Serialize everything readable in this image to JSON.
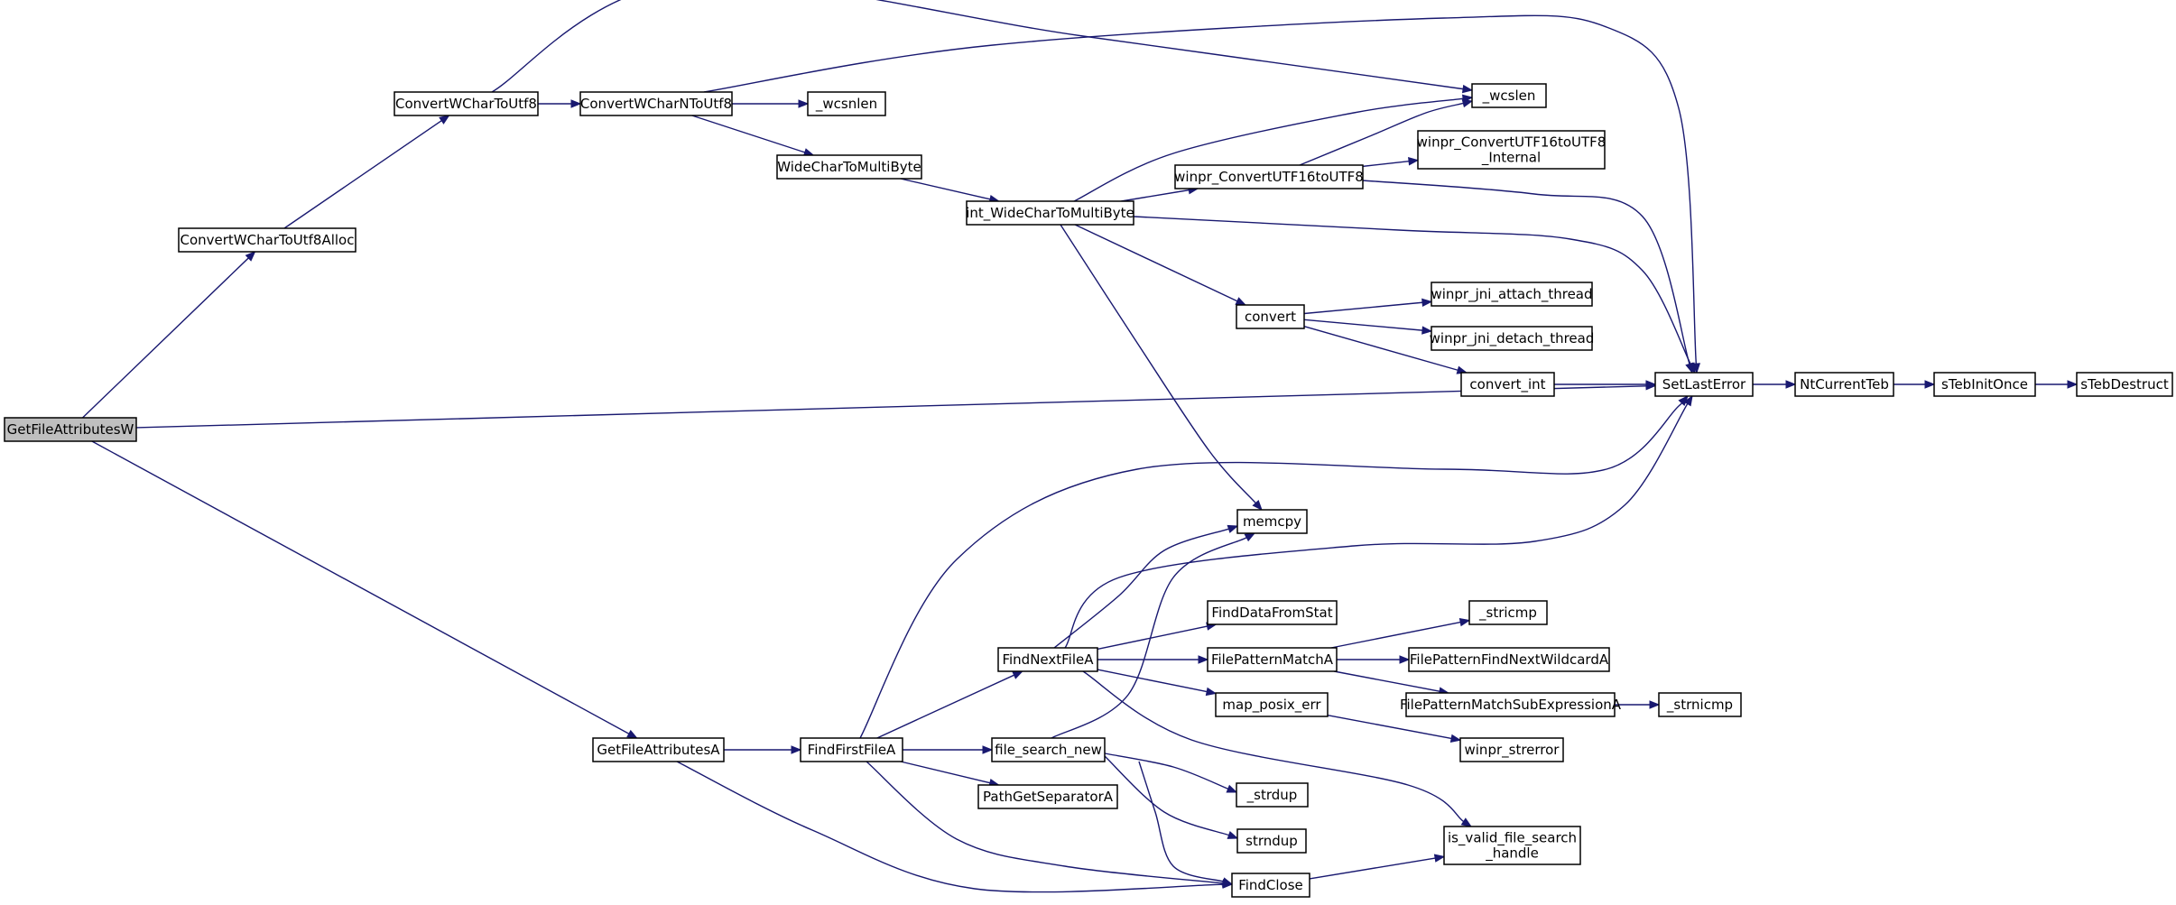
{
  "diagram": {
    "type": "call-graph",
    "colors": {
      "edge": "#191970",
      "node_border": "#000000",
      "root_fill": "#bfbfbf",
      "node_fill": "#ffffff"
    },
    "nodes": [
      {
        "id": "GetFileAttributesW",
        "label": [
          "GetFileAttributesW"
        ],
        "root": true
      },
      {
        "id": "ConvertWCharToUtf8Alloc",
        "label": [
          "ConvertWCharToUtf8Alloc"
        ]
      },
      {
        "id": "GetFileAttributesA",
        "label": [
          "GetFileAttributesA"
        ]
      },
      {
        "id": "ConvertWCharToUtf8",
        "label": [
          "ConvertWCharToUtf8"
        ]
      },
      {
        "id": "ConvertWCharNToUtf8",
        "label": [
          "ConvertWCharNToUtf8"
        ]
      },
      {
        "id": "_wcsnlen",
        "label": [
          "_wcsnlen"
        ]
      },
      {
        "id": "WideCharToMultiByte",
        "label": [
          "WideCharToMultiByte"
        ]
      },
      {
        "id": "int_WideCharToMultiByte",
        "label": [
          "int_WideCharToMultiByte"
        ]
      },
      {
        "id": "winpr_ConvertUTF16toUTF8",
        "label": [
          "winpr_ConvertUTF16toUTF8"
        ]
      },
      {
        "id": "_wcslen",
        "label": [
          "_wcslen"
        ]
      },
      {
        "id": "winpr_ConvertUTF16toUTF8_Internal",
        "label": [
          "winpr_ConvertUTF16toUTF8",
          "_Internal"
        ]
      },
      {
        "id": "convert",
        "label": [
          "convert"
        ]
      },
      {
        "id": "winpr_jni_attach_thread",
        "label": [
          "winpr_jni_attach_thread"
        ]
      },
      {
        "id": "winpr_jni_detach_thread",
        "label": [
          "winpr_jni_detach_thread"
        ]
      },
      {
        "id": "convert_int",
        "label": [
          "convert_int"
        ]
      },
      {
        "id": "SetLastError",
        "label": [
          "SetLastError"
        ]
      },
      {
        "id": "NtCurrentTeb",
        "label": [
          "NtCurrentTeb"
        ]
      },
      {
        "id": "sTebInitOnce",
        "label": [
          "sTebInitOnce"
        ]
      },
      {
        "id": "sTebDestruct",
        "label": [
          "sTebDestruct"
        ]
      },
      {
        "id": "memcpy",
        "label": [
          "memcpy"
        ]
      },
      {
        "id": "FindFirstFileA",
        "label": [
          "FindFirstFileA"
        ]
      },
      {
        "id": "FindNextFileA",
        "label": [
          "FindNextFileA"
        ]
      },
      {
        "id": "file_search_new",
        "label": [
          "file_search_new"
        ]
      },
      {
        "id": "PathGetSeparatorA",
        "label": [
          "PathGetSeparatorA"
        ]
      },
      {
        "id": "FindClose",
        "label": [
          "FindClose"
        ]
      },
      {
        "id": "FindDataFromStat",
        "label": [
          "FindDataFromStat"
        ]
      },
      {
        "id": "FilePatternMatchA",
        "label": [
          "FilePatternMatchA"
        ]
      },
      {
        "id": "map_posix_err",
        "label": [
          "map_posix_err"
        ]
      },
      {
        "id": "_stricmp",
        "label": [
          "_stricmp"
        ]
      },
      {
        "id": "FilePatternFindNextWildcardA",
        "label": [
          "FilePatternFindNextWildcardA"
        ]
      },
      {
        "id": "FilePatternMatchSubExpressionA",
        "label": [
          "FilePatternMatchSubExpressionA"
        ]
      },
      {
        "id": "_strnicmp",
        "label": [
          "_strnicmp"
        ]
      },
      {
        "id": "winpr_strerror",
        "label": [
          "winpr_strerror"
        ]
      },
      {
        "id": "_strdup",
        "label": [
          "_strdup"
        ]
      },
      {
        "id": "strndup",
        "label": [
          "strndup"
        ]
      },
      {
        "id": "is_valid_file_search_handle",
        "label": [
          "is_valid_file_search",
          "_handle"
        ]
      }
    ],
    "edges": [
      [
        "GetFileAttributesW",
        "ConvertWCharToUtf8Alloc"
      ],
      [
        "GetFileAttributesW",
        "SetLastError"
      ],
      [
        "GetFileAttributesW",
        "GetFileAttributesA"
      ],
      [
        "ConvertWCharToUtf8Alloc",
        "ConvertWCharToUtf8"
      ],
      [
        "ConvertWCharToUtf8",
        "ConvertWCharNToUtf8"
      ],
      [
        "ConvertWCharToUtf8",
        "_wcslen"
      ],
      [
        "ConvertWCharNToUtf8",
        "_wcsnlen"
      ],
      [
        "ConvertWCharNToUtf8",
        "WideCharToMultiByte"
      ],
      [
        "ConvertWCharNToUtf8",
        "SetLastError"
      ],
      [
        "WideCharToMultiByte",
        "int_WideCharToMultiByte"
      ],
      [
        "int_WideCharToMultiByte",
        "_wcslen"
      ],
      [
        "int_WideCharToMultiByte",
        "winpr_ConvertUTF16toUTF8"
      ],
      [
        "int_WideCharToMultiByte",
        "SetLastError"
      ],
      [
        "int_WideCharToMultiByte",
        "convert"
      ],
      [
        "int_WideCharToMultiByte",
        "memcpy"
      ],
      [
        "winpr_ConvertUTF16toUTF8",
        "_wcslen"
      ],
      [
        "winpr_ConvertUTF16toUTF8",
        "winpr_ConvertUTF16toUTF8_Internal"
      ],
      [
        "winpr_ConvertUTF16toUTF8",
        "SetLastError"
      ],
      [
        "convert",
        "winpr_jni_attach_thread"
      ],
      [
        "convert",
        "winpr_jni_detach_thread"
      ],
      [
        "convert",
        "convert_int"
      ],
      [
        "convert_int",
        "SetLastError"
      ],
      [
        "SetLastError",
        "NtCurrentTeb"
      ],
      [
        "NtCurrentTeb",
        "sTebInitOnce"
      ],
      [
        "sTebInitOnce",
        "sTebDestruct"
      ],
      [
        "GetFileAttributesA",
        "FindFirstFileA"
      ],
      [
        "GetFileAttributesA",
        "FindClose"
      ],
      [
        "FindFirstFileA",
        "SetLastError"
      ],
      [
        "FindFirstFileA",
        "FindNextFileA"
      ],
      [
        "FindFirstFileA",
        "file_search_new"
      ],
      [
        "FindFirstFileA",
        "PathGetSeparatorA"
      ],
      [
        "FindFirstFileA",
        "FindClose"
      ],
      [
        "FindNextFileA",
        "memcpy"
      ],
      [
        "FindNextFileA",
        "SetLastError"
      ],
      [
        "FindNextFileA",
        "FindDataFromStat"
      ],
      [
        "FindNextFileA",
        "FilePatternMatchA"
      ],
      [
        "FindNextFileA",
        "map_posix_err"
      ],
      [
        "FindNextFileA",
        "is_valid_file_search_handle"
      ],
      [
        "file_search_new",
        "memcpy"
      ],
      [
        "file_search_new",
        "_strdup"
      ],
      [
        "file_search_new",
        "strndup"
      ],
      [
        "file_search_new",
        "FindClose"
      ],
      [
        "FilePatternMatchA",
        "_stricmp"
      ],
      [
        "FilePatternMatchA",
        "FilePatternFindNextWildcardA"
      ],
      [
        "FilePatternMatchA",
        "FilePatternMatchSubExpressionA"
      ],
      [
        "FilePatternMatchSubExpressionA",
        "_strnicmp"
      ],
      [
        "map_posix_err",
        "winpr_strerror"
      ],
      [
        "FindClose",
        "is_valid_file_search_handle"
      ]
    ]
  }
}
